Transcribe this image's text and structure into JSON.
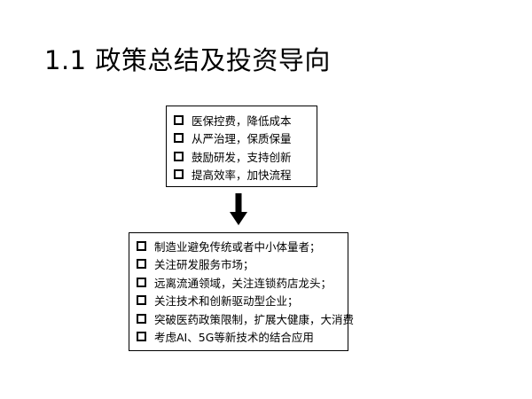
{
  "slide": {
    "title": "1.1 政策总结及投资导向"
  },
  "policy_summary": {
    "items": [
      "医保控费，降低成本",
      "从严治理，保质保量",
      "鼓励研发，支持创新",
      "提高效率，加快流程"
    ]
  },
  "investment_direction": {
    "items": [
      "制造业避免传统或者中小体量者；",
      "关注研发服务市场；",
      "远离流通领域，关注连锁药店龙头；",
      "关注技术和创新驱动型企业；",
      "突破医药政策限制，扩展大健康，大消费",
      "考虑AI、5G等新技术的结合应用"
    ]
  },
  "icons": {
    "bullet": "hollow-square-bullet-icon",
    "arrow": "down-arrow-icon"
  },
  "colors": {
    "text": "#000000",
    "background": "#ffffff",
    "border": "#000000"
  }
}
